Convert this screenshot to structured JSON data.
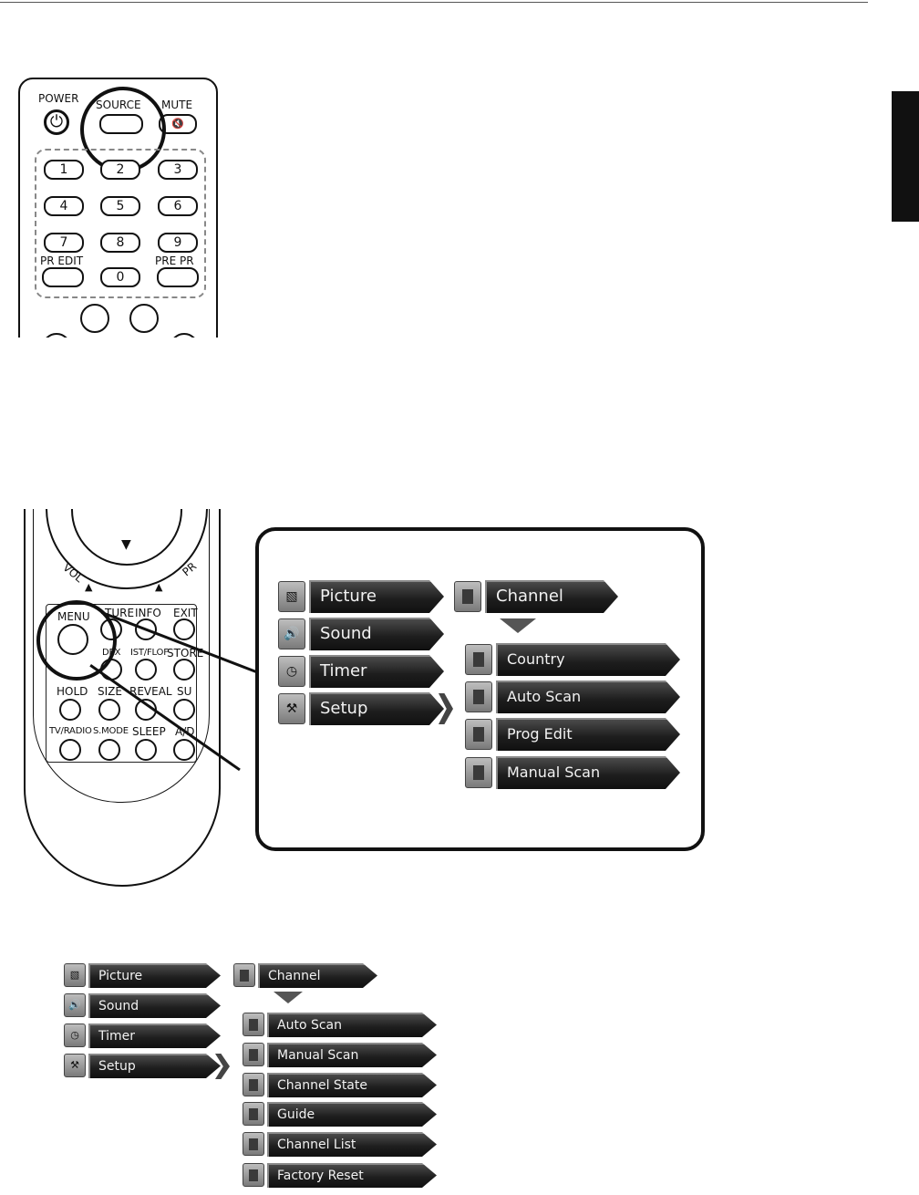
{
  "remote_top": {
    "labels": {
      "power": "POWER",
      "source": "SOURCE",
      "mute": "MUTE",
      "pr_edit": "PR EDIT",
      "pre_pr": "PRE PR"
    },
    "digits": [
      "1",
      "2",
      "3",
      "4",
      "5",
      "6",
      "7",
      "8",
      "9",
      "0"
    ]
  },
  "remote_bottom": {
    "labels": {
      "vol": "VOL",
      "pr": "PR",
      "menu": "MENU",
      "picture": "TURE",
      "info": "INFO",
      "exit": "EXIT",
      "index": "DEX",
      "list_flof": "IST/FLOF",
      "store": "STORE",
      "hold": "HOLD",
      "size": "SIZE",
      "reveal": "REVEAL",
      "sub": "SU",
      "tv_radio": "TV/RADIO",
      "s_mode": "S.MODE",
      "sleep": "SLEEP",
      "ad": "A/D"
    }
  },
  "osd_menu_1": {
    "main_items": [
      "Picture",
      "Sound",
      "Timer",
      "Setup"
    ],
    "selected_header": "Channel",
    "sub_items": [
      "Country",
      "Auto Scan",
      "Prog Edit",
      "Manual Scan"
    ]
  },
  "osd_menu_2": {
    "main_items": [
      "Picture",
      "Sound",
      "Timer",
      "Setup"
    ],
    "selected_header": "Channel",
    "sub_items": [
      "Auto Scan",
      "Manual Scan",
      "Channel State",
      "Guide",
      "Channel List",
      "Factory Reset"
    ]
  },
  "icons": {
    "picture": "picture-icon",
    "sound": "speaker-icon",
    "timer": "clock-icon",
    "setup": "setup-icon",
    "power": "power-icon",
    "mute": "mute-icon"
  }
}
